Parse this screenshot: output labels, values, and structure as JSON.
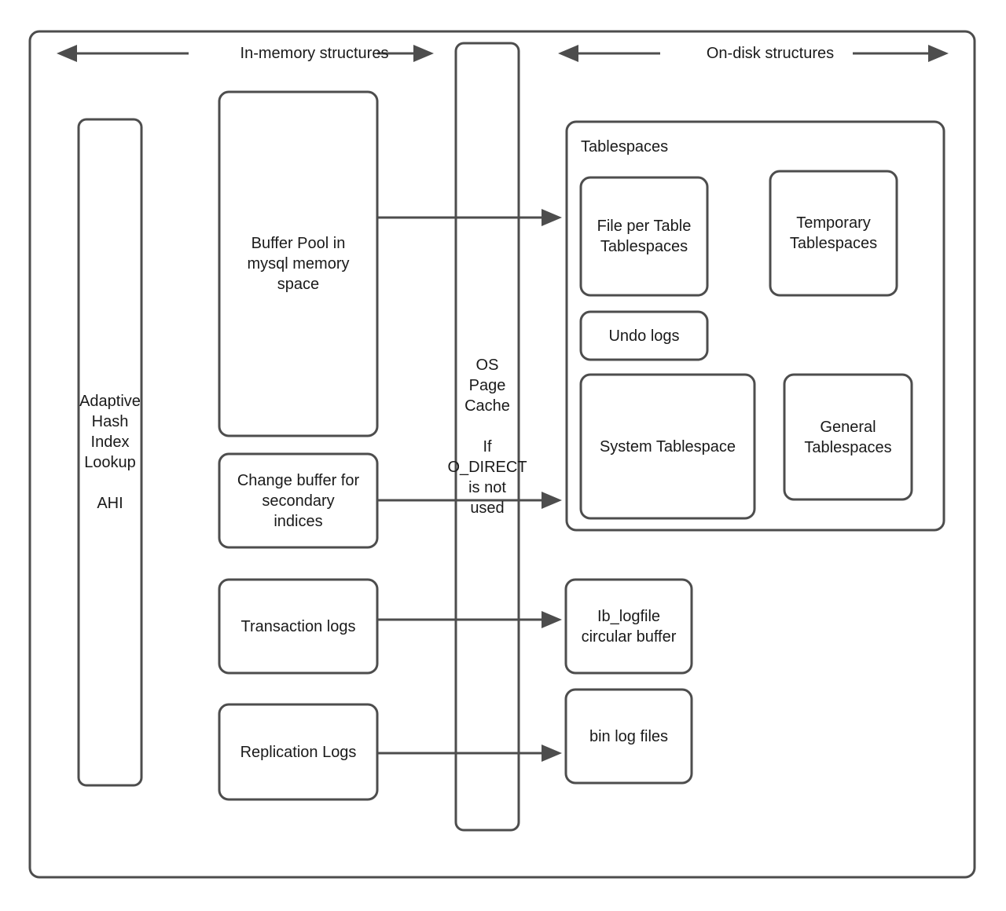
{
  "diagram": {
    "title_left": "In-memory structures",
    "title_right": "On-disk structures",
    "stroke_color": "#4d4d4d",
    "text_color": "#1a1a1a",
    "background": "#ffffff"
  },
  "in_memory": {
    "ahi": "Adaptive\nHash\nIndex\nLookup\n\nAHI",
    "buffer_pool": "Buffer Pool in\nmysql memory\nspace",
    "change_buffer": "Change buffer for\nsecondary\nindices",
    "transaction_logs": "Transaction logs",
    "replication_logs": "Replication Logs"
  },
  "middle": {
    "os_page_cache": "OS\nPage\nCache\n\nIf\nO_DIRECT\nis not\nused"
  },
  "on_disk": {
    "tablespaces_title": "Tablespaces",
    "file_per_table": "File per Table\nTablespaces",
    "temporary": "Temporary\nTablespaces",
    "undo_logs": "Undo logs",
    "system_tablespace": "System Tablespace",
    "general_tablespaces": "General\nTablespaces",
    "ib_logfile": "Ib_logfile\ncircular buffer",
    "bin_log_files": "bin log files"
  },
  "arrows": [
    {
      "name": "buffer-pool-to-file-per-table",
      "from": "Buffer Pool in mysql memory space",
      "to": "File per Table Tablespaces"
    },
    {
      "name": "change-buffer-to-system-tablespace",
      "from": "Change buffer for secondary indices",
      "to": "System Tablespace"
    },
    {
      "name": "transaction-logs-to-ib-logfile",
      "from": "Transaction logs",
      "to": "Ib_logfile circular buffer"
    },
    {
      "name": "replication-logs-to-bin-log-files",
      "from": "Replication Logs",
      "to": "bin log files"
    }
  ]
}
